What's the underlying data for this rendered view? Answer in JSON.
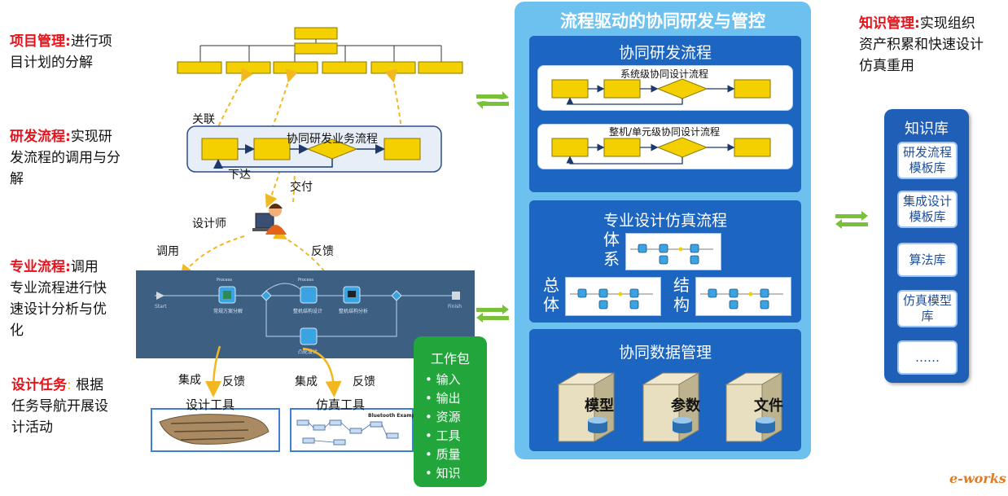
{
  "left_labels": {
    "project_mgmt": {
      "title": "项目管理:",
      "line1": "进行项",
      "line2": "目计划的分解"
    },
    "rd_flow": {
      "title": "研发流程:",
      "line1": "实现研",
      "line2": "发流程的调用与分",
      "line3": "解"
    },
    "spec_flow": {
      "title": "专业流程:",
      "line1": "调用",
      "line2": "专业流程进行快",
      "line3": "速设计分析与优",
      "line4": "化"
    },
    "design_task": {
      "title": "设计任务",
      "colon": ":",
      "line1": "根据",
      "line2": "任务导航开展设",
      "line3": "计活动"
    }
  },
  "left_diagram": {
    "relate": "关联",
    "biz_flow_title": "协同研发业务流程",
    "dispatch": "下达",
    "deliver": "交付",
    "designer": "设计师",
    "invoke": "调用",
    "feedback_top": "反馈",
    "integrate_1": "集成",
    "feedback_1": "反馈",
    "integrate_2": "集成",
    "feedback_2": "反馈",
    "design_tool": "设计工具",
    "sim_tool": "仿真工具",
    "sim_example_title": "Bluetooth Example",
    "process_nodes": {
      "start": "Start",
      "finish": "Finish",
      "n1": "常规方案分解",
      "n2": "整机结构设计",
      "n3": "整机结构分析",
      "n4": "凸轮设计",
      "flag": "Process"
    }
  },
  "work_package": {
    "title": "工作包",
    "items": [
      "输入",
      "输出",
      "资源",
      "工具",
      "质量",
      "知识"
    ]
  },
  "platform": {
    "title": "流程驱动的协同研发与管控",
    "collab_section": {
      "title": "协同研发流程",
      "sub1": "系统级协同设计流程",
      "sub2": "整机/单元级协同设计流程"
    },
    "spec_section": {
      "title": "专业设计仿真流程",
      "tag_system": [
        "体",
        "系"
      ],
      "tag_overall": [
        "总",
        "体"
      ],
      "tag_structure": [
        "结",
        "构"
      ]
    },
    "data_section": {
      "title": "协同数据管理",
      "servers": [
        "模型",
        "参数",
        "文件"
      ]
    }
  },
  "knowledge": {
    "heading_title": "知识管理:",
    "heading_line1": "实现组织",
    "heading_line2": "资产积累和快速设计",
    "heading_line3": "仿真重用",
    "panel_title": "知识库",
    "items": [
      "研发流程\n模板库",
      "集成设计\n模板库",
      "算法库",
      "仿真模型\n库",
      "……"
    ]
  },
  "logo": "e-works",
  "colors": {
    "highlight_red": "#e8121b",
    "platform_light_blue": "#6cc1ef",
    "section_blue": "#1c66c1",
    "box_yellow": "#f4d000",
    "arrow_green": "#7ac13a",
    "work_package_green": "#22a63c",
    "dashed_arrow_yellow": "#f2b820",
    "process_bg": "#3d5f82"
  }
}
